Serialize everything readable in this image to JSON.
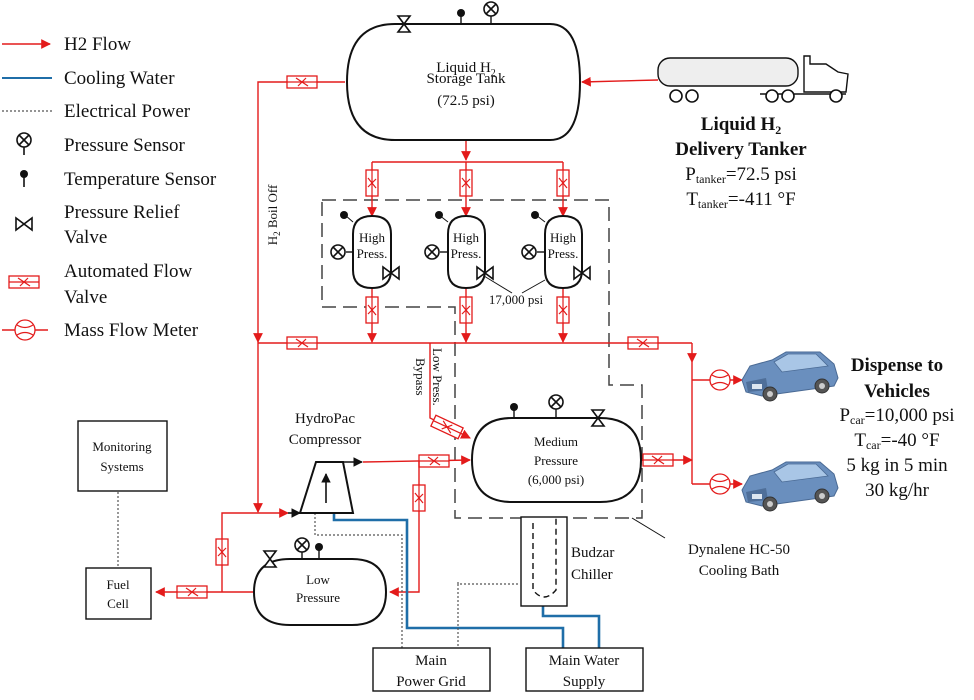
{
  "legend": {
    "items": [
      {
        "icon": "h2-flow-arrow",
        "label": "H2 Flow"
      },
      {
        "icon": "cooling-water-line",
        "label": "Cooling Water"
      },
      {
        "icon": "electrical-power-line",
        "label": "Electrical Power"
      },
      {
        "icon": "pressure-sensor-icon",
        "label": "Pressure Sensor"
      },
      {
        "icon": "temperature-sensor-icon",
        "label": "Temperature Sensor"
      },
      {
        "icon": "pressure-relief-valve-icon",
        "label_line1": "Pressure Relief",
        "label_line2": "Valve"
      },
      {
        "icon": "automated-flow-valve-icon",
        "label_line1": "Automated Flow",
        "label_line2": "Valve"
      },
      {
        "icon": "mass-flow-meter-icon",
        "label": "Mass Flow Meter"
      }
    ]
  },
  "colors": {
    "h2_flow": "#e31b1b",
    "cooling_water": "#1f6ea8",
    "electrical": "#555555"
  },
  "storage_tank": {
    "line1": "Liquid H",
    "line1_sub": "2",
    "line2": "Storage Tank",
    "line3": "(72.5 psi)"
  },
  "tanker": {
    "title1": "Liquid H",
    "title1_sub": "2",
    "title2": "Delivery Tanker",
    "p_label": "P",
    "p_sub": "tanker",
    "p_value": "=72.5 psi",
    "t_label": "T",
    "t_sub": "tanker",
    "t_value": "=-411 °F"
  },
  "boil_off": {
    "label": "H",
    "sub": "2",
    "rest": " Boil Off"
  },
  "high_pressure_tanks": [
    {
      "line1": "High",
      "line2": "Press."
    },
    {
      "line1": "High",
      "line2": "Press."
    },
    {
      "line1": "High",
      "line2": "Press."
    }
  ],
  "high_pressure_rating": "17,000 psi",
  "bypass": {
    "line1": "Low Press.",
    "line2": "Bypass"
  },
  "medium_tank": {
    "line1": "Medium",
    "line2": "Pressure",
    "line3": "(6,000 psi)"
  },
  "compressor": {
    "line1": "HydroPac",
    "line2": "Compressor"
  },
  "monitoring": {
    "line1": "Monitoring",
    "line2": "Systems"
  },
  "fuel_cell": {
    "line1": "Fuel",
    "line2": "Cell"
  },
  "low_tank": {
    "line1": "Low",
    "line2": "Pressure"
  },
  "chiller": {
    "line1": "Budzar",
    "line2": "Chiller"
  },
  "cooling_bath": {
    "line1": "Dynalene HC-50",
    "line2": "Cooling Bath"
  },
  "power_grid": {
    "line1": "Main",
    "line2": "Power Grid"
  },
  "water_supply": {
    "line1": "Main Water",
    "line2": "Supply"
  },
  "dispense": {
    "title1": "Dispense to",
    "title2": "Vehicles",
    "p_label": "P",
    "p_sub": "car",
    "p_value": "=10,000 psi",
    "t_label": "T",
    "t_sub": "car",
    "t_value": "=-40 °F",
    "rate1": "5 kg in 5 min",
    "rate2": "30 kg/hr"
  }
}
